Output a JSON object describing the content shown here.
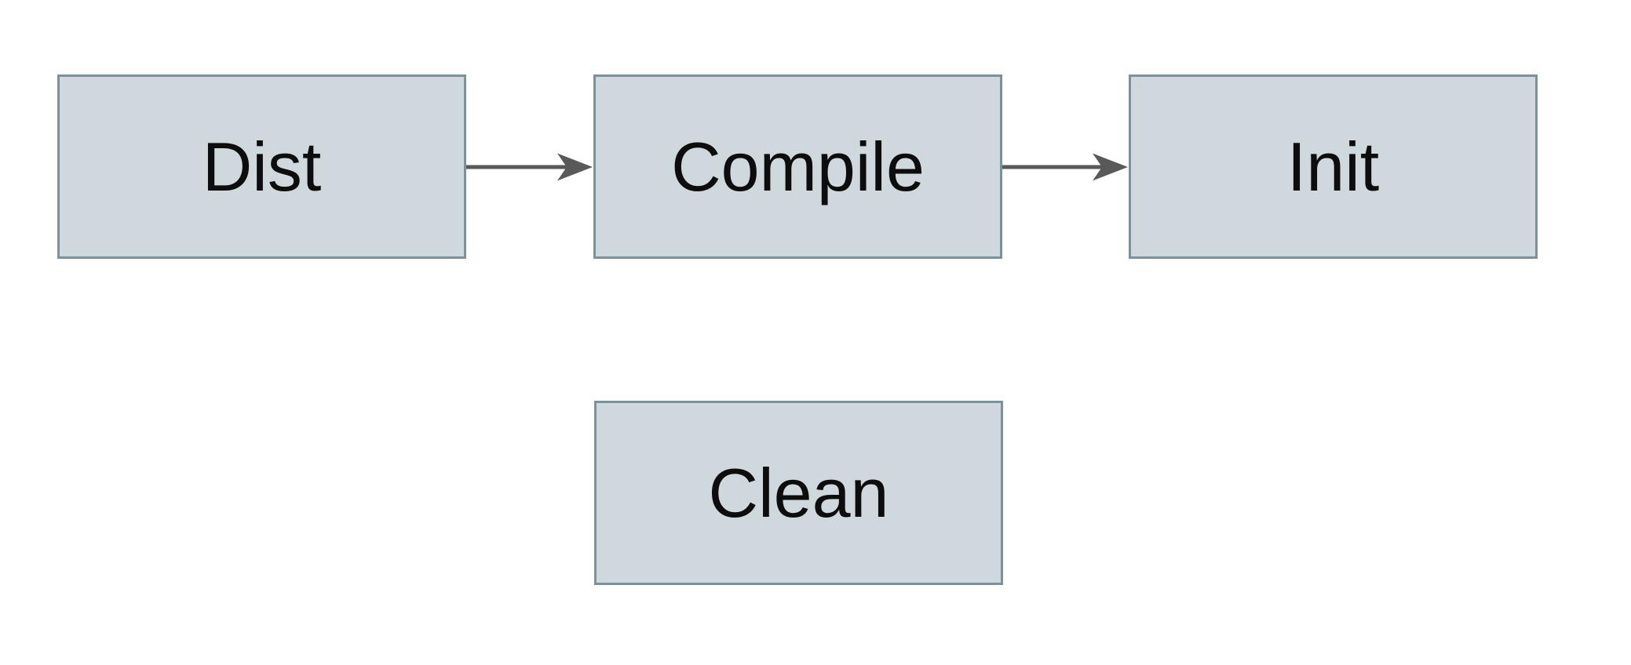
{
  "diagram": {
    "title": "",
    "nodes": [
      {
        "id": "dist",
        "label": "Dist"
      },
      {
        "id": "compile",
        "label": "Compile"
      },
      {
        "id": "init",
        "label": "Init"
      },
      {
        "id": "clean",
        "label": "Clean"
      }
    ],
    "edges": [
      {
        "from": "dist",
        "to": "compile"
      },
      {
        "from": "compile",
        "to": "init"
      }
    ],
    "colors": {
      "background": "#ffffff",
      "node_fill": "#cfd8dc",
      "node_border": "#7b929c",
      "arrow": "#595959",
      "text": "#0d0d0d"
    }
  }
}
